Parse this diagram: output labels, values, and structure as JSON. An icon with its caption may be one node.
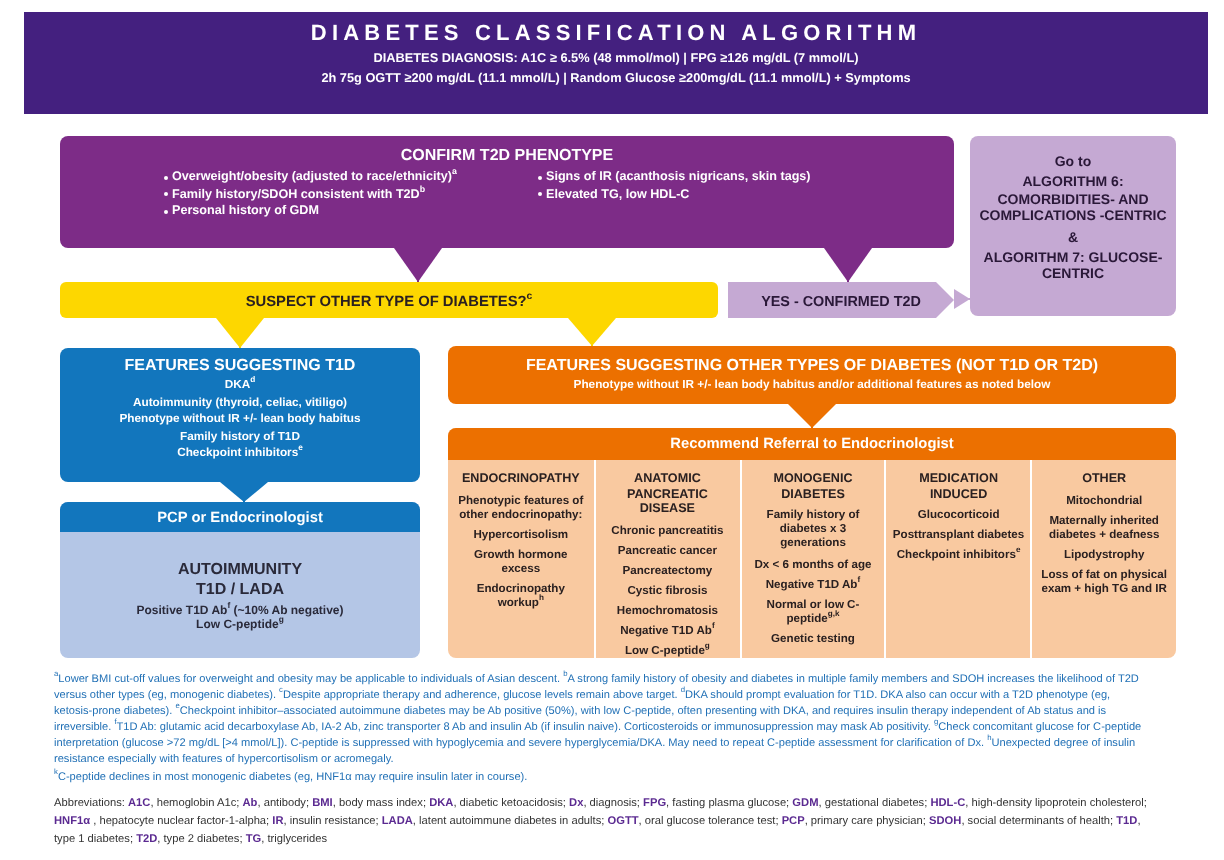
{
  "diagram": {
    "title": "DIABETES CLASSIFICATION ALGORITHM",
    "nodes": [
      {
        "text": [
          "DIABETES DIAGNOSIS: A1C ≥ 6.5% (48 mmol/mol)  |  FPG ≥126 mg/dL (7 mmol/L)",
          "2h 75g OGTT ≥200 mg/dL (11.1 mmol/L)  |  Random Glucose ≥200mg/dL (11.1 mmol/L) + Symptoms"
        ]
      },
      {
        "text": [
          "CONFIRM T2D PHENOTYPE",
          "Overweight/obesity (adjusted to race/ethnicity)$^{a}$",
          "Family history/SDOH consistent with T2D$^{b}$",
          "Personal history of GDM",
          "Signs of IR (acanthosis nigricans, skin tags)",
          "Elevated TG, low HDL-C"
        ]
      },
      {
        "text": [
          "Go to",
          "ALGORITHM 6: COMORBIDITIES- AND COMPLICATIONS -CENTRIC",
          "&",
          "ALGORITHM 7: GLUCOSE-CENTRIC"
        ]
      },
      {
        "text": [
          "SUSPECT OTHER TYPE OF DIABETES?$^{c}$"
        ]
      },
      {
        "text": [
          "YES - CONFIRMED T2D"
        ]
      },
      {
        "text": [
          "FEATURES SUGGESTING T1D",
          "DKA$^{d}$",
          "Autoimmunity (thyroid, celiac, vitiligo)",
          "Phenotype without IR +/- lean body habitus",
          "Family history of T1D",
          "Checkpoint inhibitors$^{e}$"
        ]
      },
      {
        "text": [
          "FEATURES SUGGESTING OTHER TYPES OF DIABETES (NOT T1D OR T2D)",
          "Phenotype without IR +/- lean body habitus and/or additional features as noted below"
        ]
      },
      {
        "text": [
          "PCP or Endocrinologist",
          "AUTOIMMUNITY T1D / LADA",
          "Positive T1D Ab$^{f}$ (~10% Ab negative)",
          "Low C-peptide$^{g}$"
        ]
      },
      {
        "text": [
          "Recommend Referral to Endocrinologist"
        ]
      },
      {
        "text": [
          "ENDOCRINOPATHY",
          "Phenotypic features of other endocrinopathy:",
          "Hypercortisolism",
          "Growth hormone excess",
          "Endocrinopathy workup$^{h}$"
        ],
        "in": 8
      },
      {
        "text": [
          "ANATOMIC PANCREATIC DISEASE",
          "Chronic pancreatitis",
          "Pancreatic cancer",
          "Pancreatectomy",
          "Cystic fibrosis",
          "Hemochromatosis",
          "Negative T1D Ab$^{f}$",
          "Low C-peptide$^{g}$"
        ],
        "in": 8
      },
      {
        "text": [
          "MONOGENIC DIABETES",
          "Family history of diabetes x 3 generations",
          "Dx < 6 months of age",
          "Negative T1D Ab$^{f}$",
          "Normal or low C-peptide$^{g,k}$",
          "Genetic testing"
        ],
        "in": 8
      },
      {
        "text": [
          "MEDICATION INDUCED",
          "Glucocorticoid",
          "Posttransplant diabetes",
          "Checkpoint inhibitors$^{e}$"
        ],
        "in": 8
      },
      {
        "text": [
          "OTHER",
          "Mitochondrial",
          "Maternally inherited diabetes + deafness",
          "Lipodystrophy",
          "Loss of fat on physical exam + high TG and IR"
        ],
        "in": 8
      }
    ],
    "edges": [
      {
        "from": 1,
        "to": 3,
        "arrow": "to",
        "color": "#7d2c87"
      },
      {
        "from": 1,
        "to": 4,
        "arrow": "to",
        "color": "#7d2c87"
      },
      {
        "from": 4,
        "to": 2,
        "arrow": "to",
        "color": "#c5a9d3"
      },
      {
        "from": 3,
        "to": 5,
        "arrow": "to",
        "color": "#fdd700"
      },
      {
        "from": 3,
        "to": 6,
        "arrow": "to",
        "color": "#fdd700"
      },
      {
        "from": 5,
        "to": 7,
        "arrow": "to",
        "color": "#1276bd"
      },
      {
        "from": 6,
        "to": 8,
        "arrow": "to",
        "color": "#ec7000"
      }
    ],
    "labels": [
      "$^{a}$Lower BMI cut-off values for overweight and obesity may be applicable to individuals of Asian descent. $^{b}$A strong family history of obesity and diabetes in multiple family members and SDOH increases the likelihood of T2D versus other types (eg, monogenic diabetes). $^{c}$Despite appropriate therapy and adherence, glucose levels remain above target. $^{d}$DKA should prompt evaluation for T1D. DKA also can occur with a T2D phenotype (eg, ketosis-prone diabetes). $^{e}$Checkpoint inhibitor–associated autoimmune diabetes may be Ab positive (50%), with low C-peptide, often presenting with DKA, and requires insulin therapy independent of Ab status and is irreversible. $^{f}$T1D Ab: glutamic acid decarboxylase Ab, IA-2 Ab, zinc transporter 8 Ab and insulin Ab (if insulin naive). Corticosteroids or immunosuppression may mask Ab positivity. $^{g}$Check concomitant glucose for C-peptide interpretation (glucose >72 mg/dL [>4 mmol/L]). C-peptide is suppressed with hypoglycemia and severe hyperglycemia/DKA. May need to repeat C-peptide assessment for clarification of Dx. $^{h}$Unexpected degree of insulin resistance especially with features of hypercortisolism or acromegaly.",
      "$^{k}$C-peptide declines in most monogenic diabetes (eg, HNF1α may require insulin later in course).",
      "Abbreviations: **A1C**, hemoglobin A1c; **Ab**, antibody; **BMI**, body mass index; **DKA**, diabetic ketoacidosis; **Dx**, diagnosis; **FPG**, fasting plasma glucose; **GDM**, gestational diabetes; **HDL-C**, high-density lipoprotein cholesterol; **HNF1α** , hepatocyte nuclear factor-1-alpha; **IR**, insulin resistance; **LADA**, latent autoimmune diabetes in adults; **OGTT**, oral glucose tolerance test; **PCP**, primary care physician; **SDOH**, social determinants of health; **T1D**, type 1 diabetes; **T2D**, type 2 diabetes; **TG**, triglycerides"
    ]
  }
}
